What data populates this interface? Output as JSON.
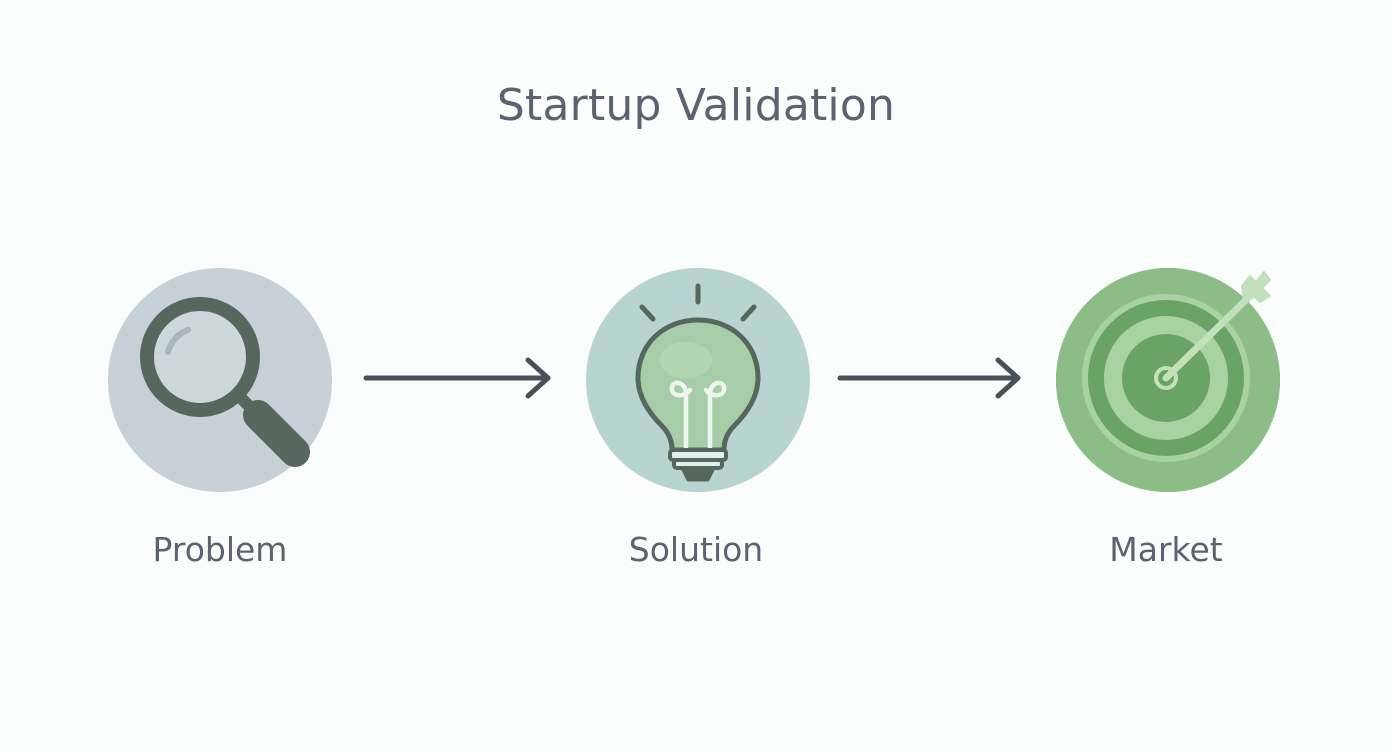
{
  "title": "Startup Validation",
  "steps": [
    {
      "label": "Problem",
      "icon": "magnifying-glass-icon",
      "circle_color": "#c6d0d6"
    },
    {
      "label": "Solution",
      "icon": "lightbulb-icon",
      "circle_color": "#b8d4d0"
    },
    {
      "label": "Market",
      "icon": "target-with-arrow-icon",
      "circle_color": "#8cbd86"
    }
  ],
  "connectors": [
    {
      "from": "Problem",
      "to": "Solution",
      "icon": "arrow-right-icon"
    },
    {
      "from": "Solution",
      "to": "Market",
      "icon": "arrow-right-icon"
    }
  ],
  "colors": {
    "text": "#5c6370",
    "arrow": "#4a5058",
    "icon_dark": "#56675e",
    "green_dark": "#6aa465",
    "green_light": "#a9d2a2"
  }
}
